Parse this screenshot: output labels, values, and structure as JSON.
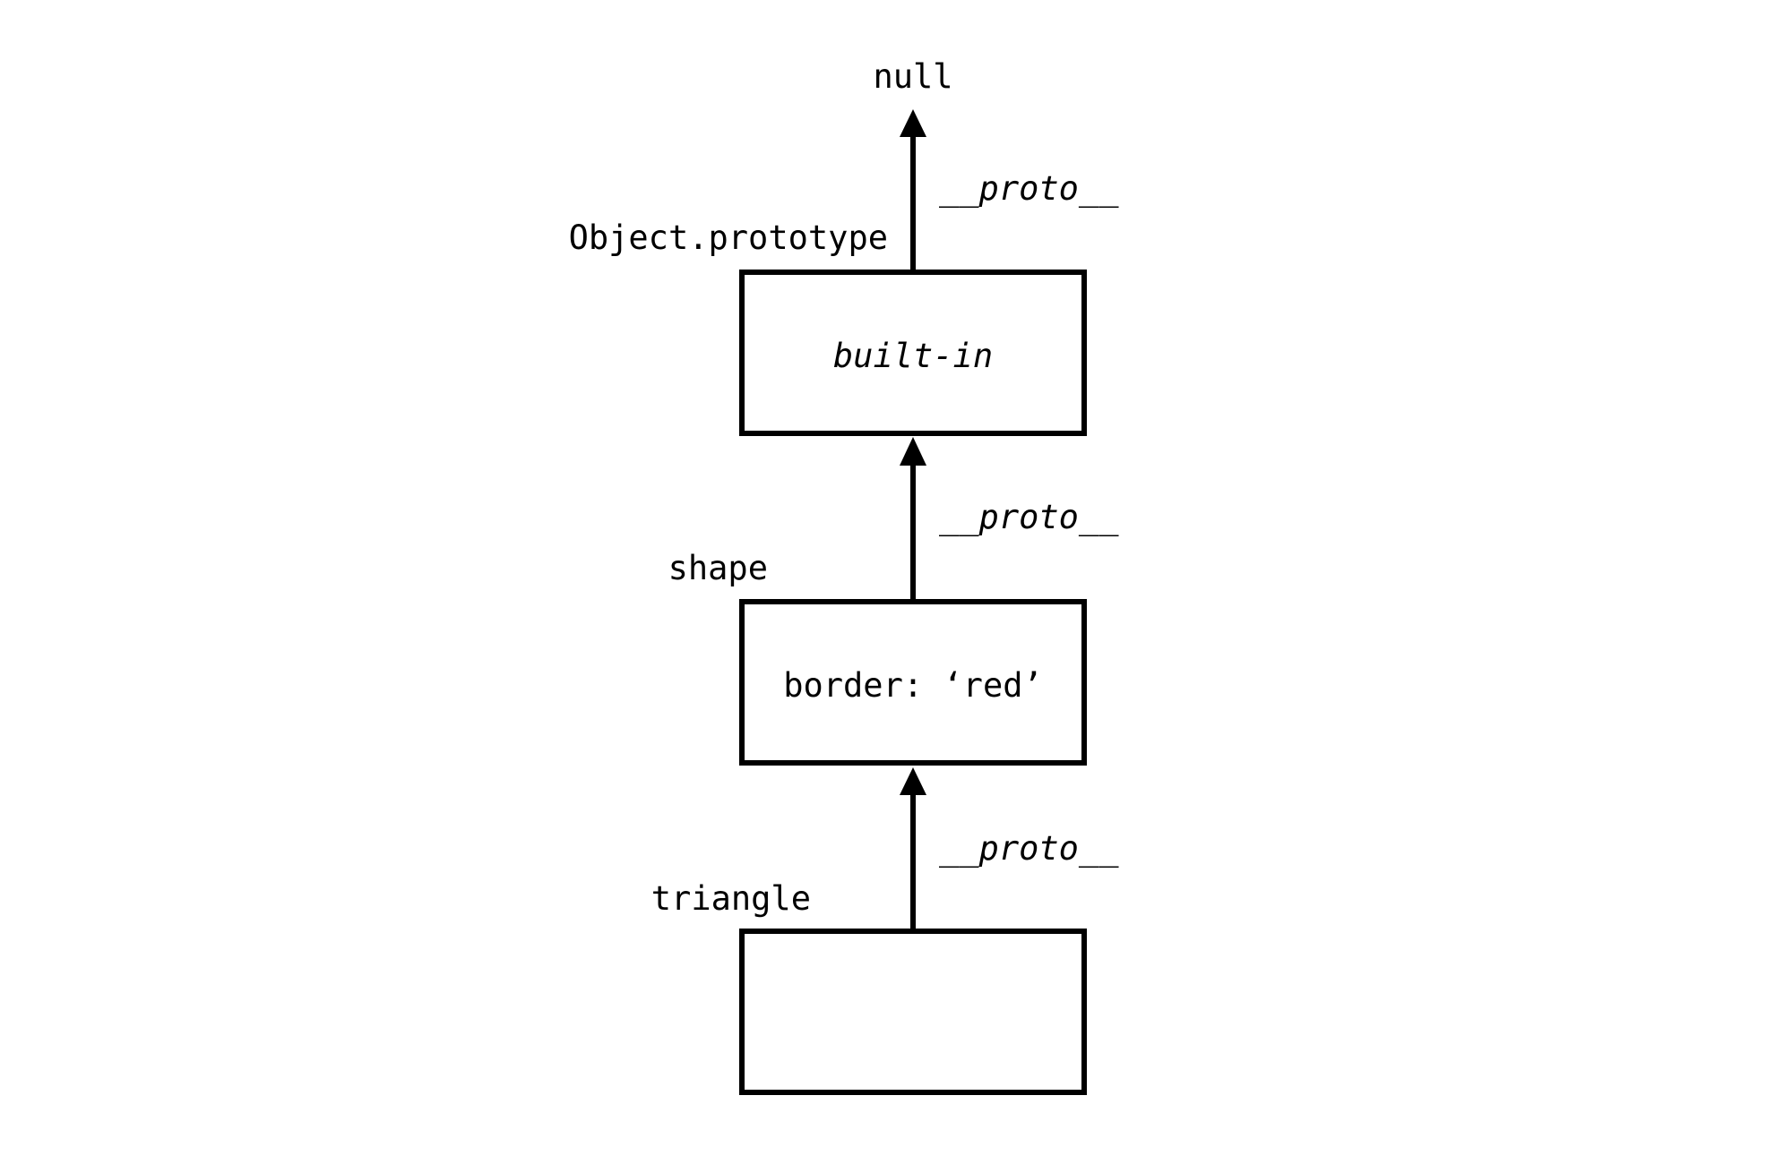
{
  "diagram": {
    "top_label": "null",
    "nodes": [
      {
        "name": "Object.prototype",
        "content": "built-in"
      },
      {
        "name": "shape",
        "content": "border: ‘red’"
      },
      {
        "name": "triangle",
        "content": ""
      }
    ],
    "edges": [
      {
        "label": "__proto__"
      },
      {
        "label": "__proto__"
      },
      {
        "label": "__proto__"
      }
    ]
  }
}
